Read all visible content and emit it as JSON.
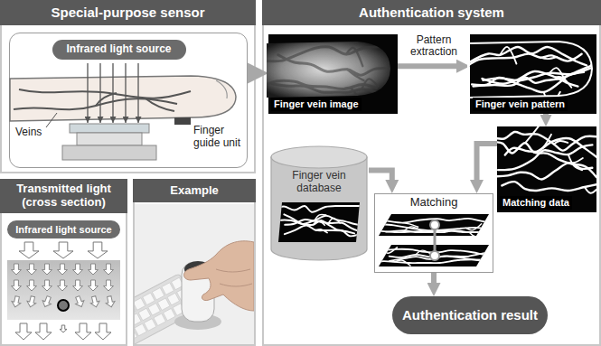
{
  "diagram": {
    "nodes": [
      {
        "text": [
          "Special-purpose sensor"
        ]
      },
      {
        "text": [
          "Veins",
          "Finger guide unit"
        ],
        "in": 0
      },
      {
        "text": [
          "Infrared light source"
        ],
        "in": 1
      },
      {
        "text": [
          "Transmitted light (cross section)"
        ]
      },
      {
        "text": [
          "Infrared light source"
        ],
        "in": 3
      },
      {
        "text": [
          "Example"
        ]
      },
      {
        "text": [
          "Authentication system"
        ]
      },
      {
        "text": [
          "Finger vein image"
        ],
        "in": 6
      },
      {
        "text": [
          "Finger vein pattern"
        ],
        "in": 6
      },
      {
        "text": [
          "Finger vein database"
        ],
        "in": 6
      },
      {
        "text": [
          "Matching data"
        ],
        "in": 6
      },
      {
        "text": [
          "Matching"
        ],
        "in": 6
      },
      {
        "text": [
          "Authentication result"
        ],
        "in": 6
      }
    ],
    "edges": [
      {
        "from": 1,
        "to": 7,
        "arrow": "to"
      },
      {
        "from": 7,
        "to": 8,
        "label": "Pattern extraction",
        "arrow": "to"
      },
      {
        "from": 8,
        "to": 10,
        "arrow": "to"
      },
      {
        "from": 9,
        "to": 11,
        "arrow": "to"
      },
      {
        "from": 10,
        "to": 11,
        "arrow": "to"
      },
      {
        "from": 11,
        "to": 12,
        "arrow": "to"
      }
    ]
  }
}
